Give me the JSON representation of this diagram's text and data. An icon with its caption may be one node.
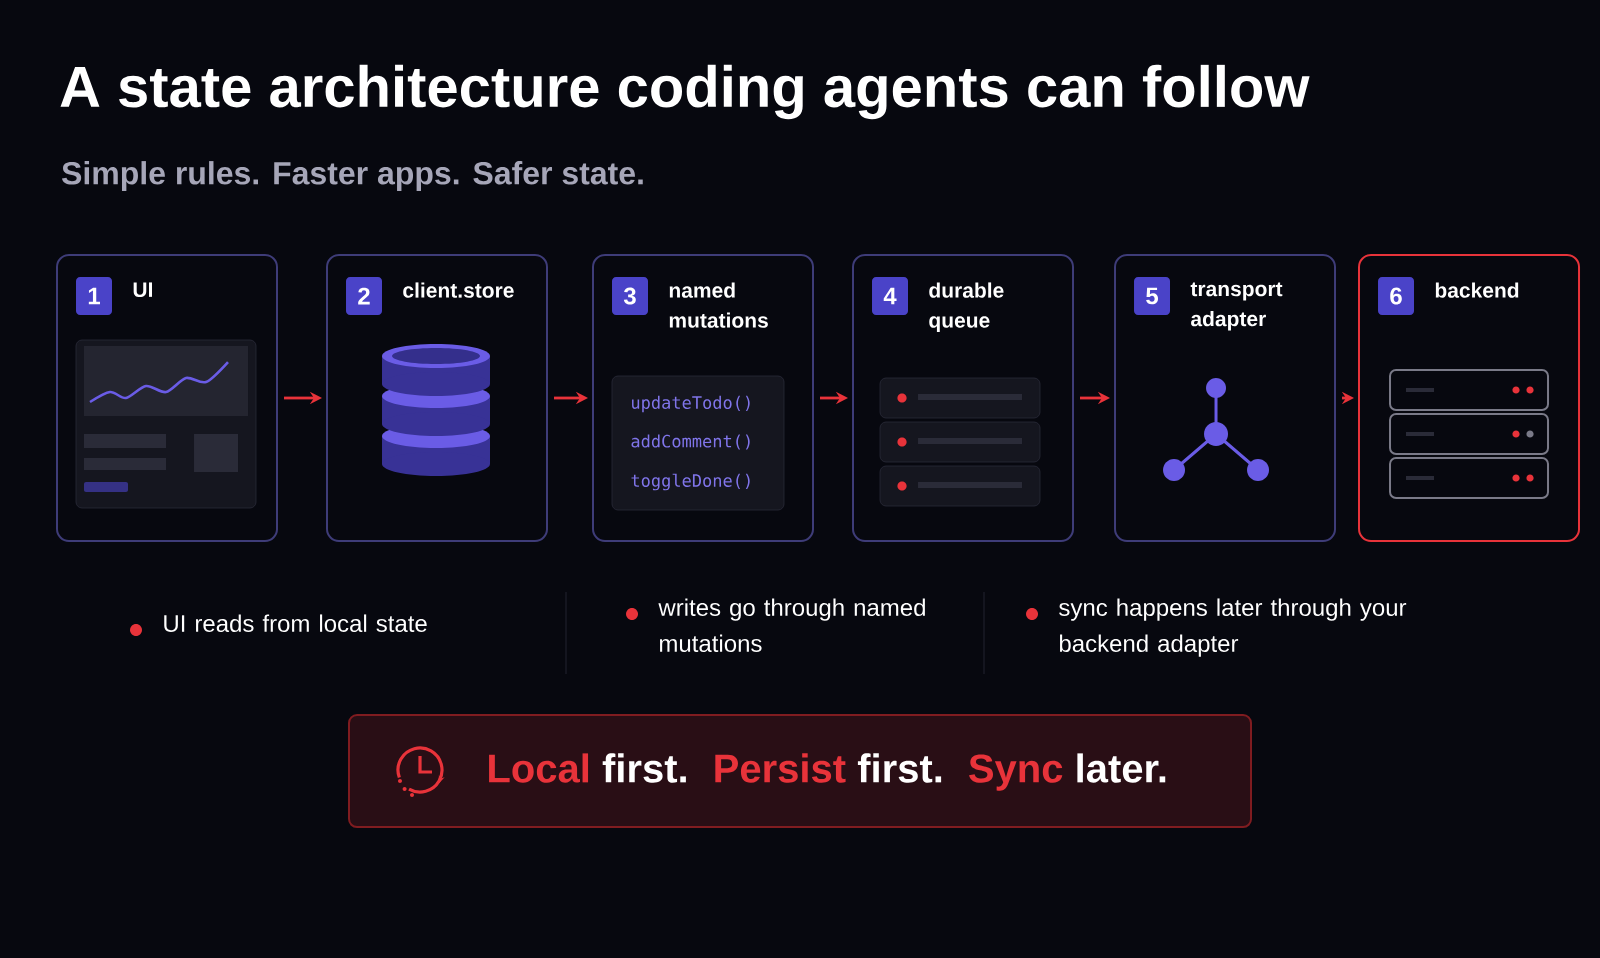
{
  "diagram": {
    "title": "A state architecture coding agents can follow",
    "nodes": [
      {
        "text": [
          "1",
          "UI"
        ]
      },
      {
        "text": [
          "2",
          "client.store"
        ]
      },
      {
        "text": [
          "3",
          "named mutations",
          "updateTodo()",
          "addComment()",
          "toggleDone()"
        ]
      },
      {
        "text": [
          "4",
          "durable queue"
        ]
      },
      {
        "text": [
          "5",
          "transport adapter"
        ]
      },
      {
        "text": [
          "6",
          "backend"
        ]
      },
      {
        "text": [
          "Local",
          "first.",
          "Persist",
          "first.",
          "Sync",
          "later."
        ]
      }
    ],
    "edges": [
      {
        "from": 0,
        "to": 1,
        "arrow": "to"
      },
      {
        "from": 1,
        "to": 2,
        "arrow": "to"
      },
      {
        "from": 2,
        "to": 3,
        "arrow": "to"
      },
      {
        "from": 3,
        "to": 4,
        "arrow": "to"
      },
      {
        "from": 4,
        "to": 5,
        "arrow": "to"
      }
    ],
    "labels": [
      "Simple rules. Faster apps. Safer state.",
      "UI reads from local state",
      "writes go through named mutations",
      "sync happens later through your backend adapter"
    ]
  }
}
